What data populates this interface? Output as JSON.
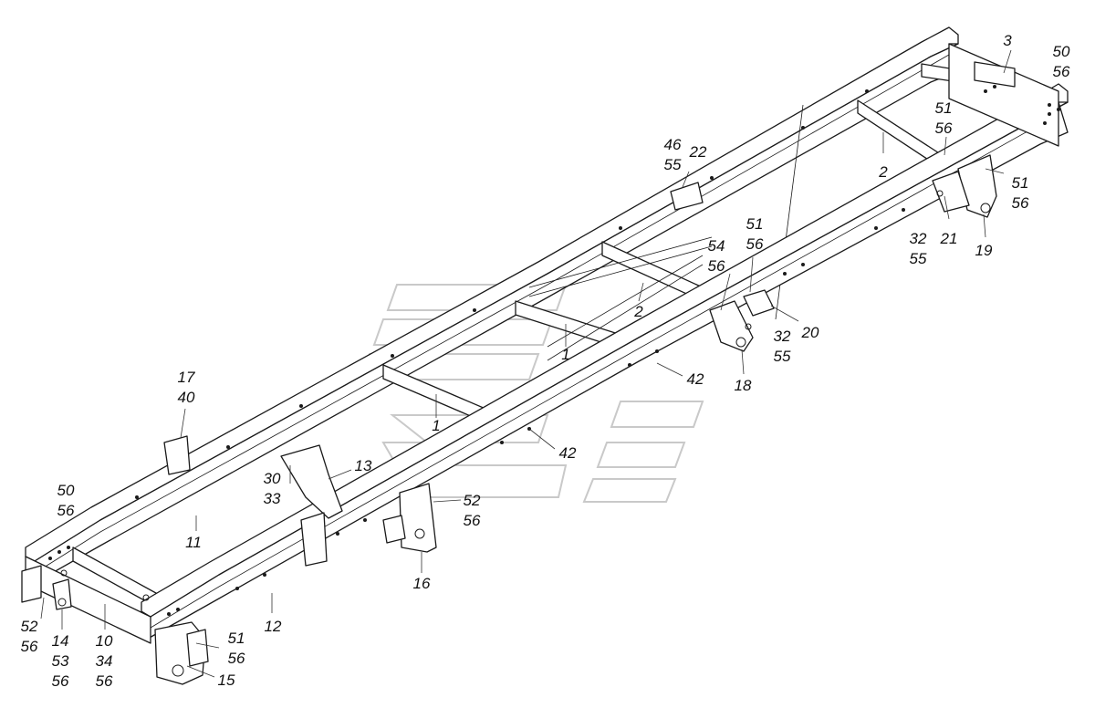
{
  "diagram": {
    "labels": [
      "3",
      "50\n56",
      "51\n56",
      "2",
      "46\n55",
      "22",
      "51\n56",
      "32\n55",
      "21",
      "19",
      "51\n56",
      "54\n56",
      "32\n55",
      "20",
      "18",
      "2",
      "42",
      "1",
      "1",
      "17\n40",
      "42",
      "13",
      "30\n33",
      "52\n56",
      "50\n56",
      "11",
      "16",
      "12",
      "52\n56",
      "14\n53\n56",
      "10\n34\n56",
      "51\n56",
      "15"
    ]
  }
}
